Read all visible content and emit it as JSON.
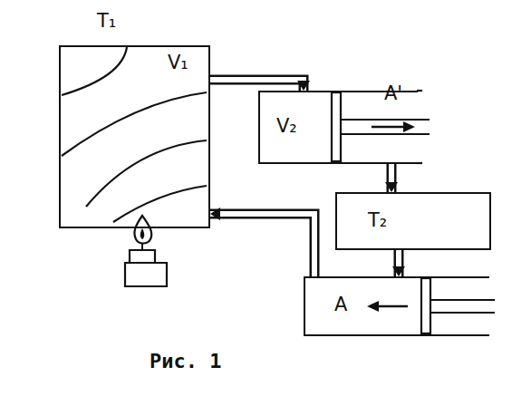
{
  "diagram": {
    "caption": "Рис. 1",
    "nodes": [
      {
        "text": [
          "T₁",
          "V₁"
        ]
      },
      {
        "text": [
          "V₂"
        ]
      },
      {
        "text": [
          "T₂"
        ]
      },
      {
        "text": [
          "A"
        ]
      }
    ],
    "edges": [
      {
        "from": 0,
        "to": 1,
        "arrow": "to"
      },
      {
        "from": 1,
        "to": 2,
        "arrow": "to"
      },
      {
        "from": 2,
        "to": 3,
        "arrow": "to"
      },
      {
        "from": 3,
        "to": 0,
        "arrow": "to"
      }
    ],
    "labels": [
      "A'"
    ]
  }
}
